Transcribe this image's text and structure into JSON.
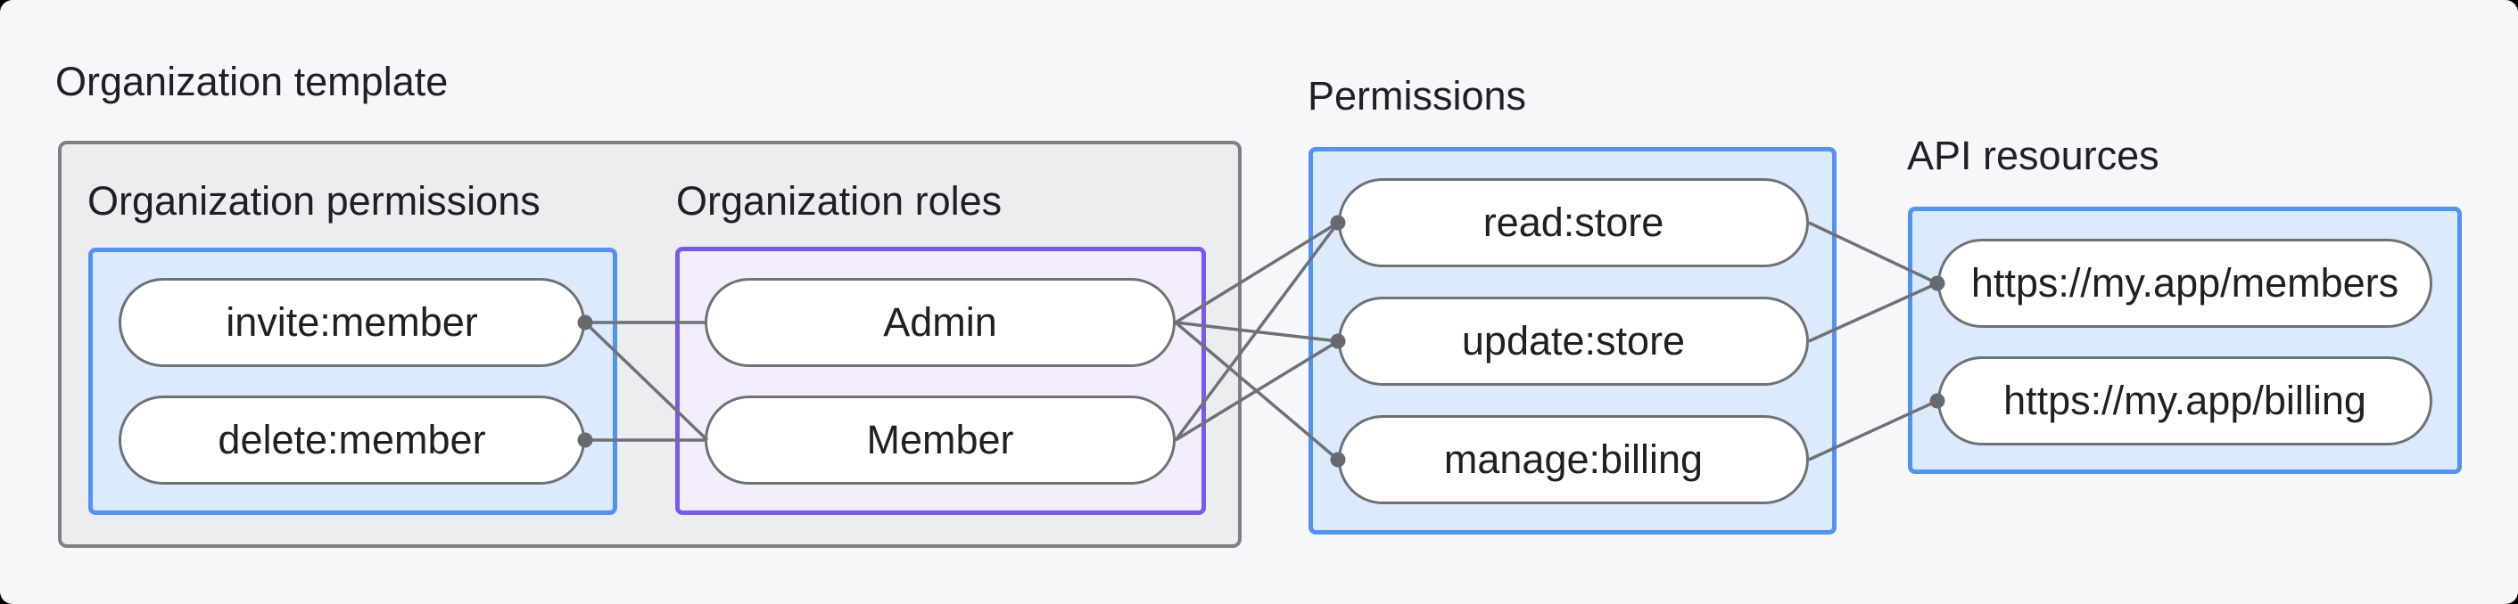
{
  "colors": {
    "page_bg": "#f6f7f8",
    "outer_corner": "#000000",
    "group_fill": "#ebedee",
    "group_border": "#7d8185",
    "blue_fill": "#dbeafc",
    "blue_border": "#5292f4",
    "purple_fill": "#f3edfc",
    "purple_border": "#7a57f2",
    "node_fill": "#ffffff",
    "node_border": "#6e7175",
    "edge_color": "#6e7175",
    "text_color": "#1e2124"
  },
  "groups": {
    "org_template": {
      "label": "Organization template"
    },
    "org_permissions": {
      "label": "Organization permissions",
      "items": [
        {
          "label": "invite:member"
        },
        {
          "label": "delete:member"
        }
      ]
    },
    "org_roles": {
      "label": "Organization roles",
      "items": [
        {
          "label": "Admin"
        },
        {
          "label": "Member"
        }
      ]
    },
    "permissions": {
      "label": "Permissions",
      "items": [
        {
          "label": "read:store"
        },
        {
          "label": "update:store"
        },
        {
          "label": "manage:billing"
        }
      ]
    },
    "api_resources": {
      "label": "API resources",
      "items": [
        {
          "label": "https://my.app/members"
        },
        {
          "label": "https://my.app/billing"
        }
      ]
    }
  },
  "edges": [
    {
      "from": "invite:member",
      "to": "Admin"
    },
    {
      "from": "invite:member",
      "to": "Member"
    },
    {
      "from": "delete:member",
      "to": "Member"
    },
    {
      "from": "Admin",
      "to": "read:store"
    },
    {
      "from": "Admin",
      "to": "update:store"
    },
    {
      "from": "Admin",
      "to": "manage:billing"
    },
    {
      "from": "Member",
      "to": "read:store"
    },
    {
      "from": "Member",
      "to": "update:store"
    },
    {
      "from": "read:store",
      "to": "https://my.app/members"
    },
    {
      "from": "update:store",
      "to": "https://my.app/members"
    },
    {
      "from": "manage:billing",
      "to": "https://my.app/billing"
    }
  ]
}
